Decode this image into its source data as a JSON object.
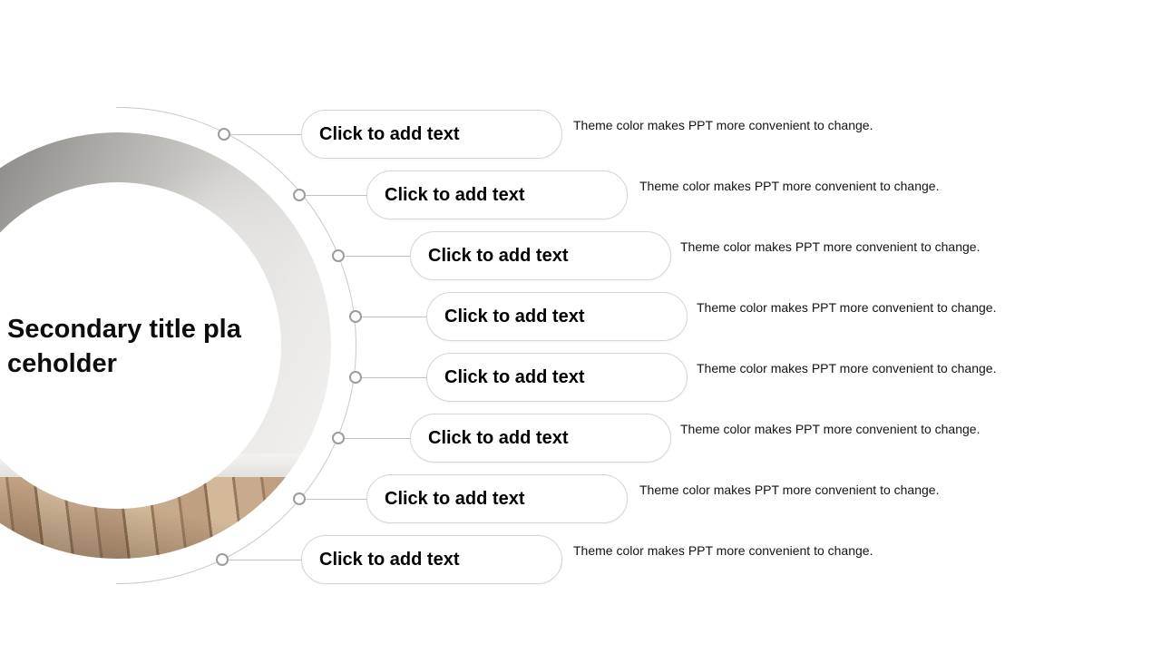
{
  "slide": {
    "title": "Secondary title placeholder",
    "items": [
      {
        "label": "Click to add text",
        "description": "Theme color makes PPT more convenient to change."
      },
      {
        "label": "Click to add text",
        "description": "Theme color makes PPT more convenient to change."
      },
      {
        "label": "Click to add text",
        "description": "Theme color makes PPT more convenient to change."
      },
      {
        "label": "Click to add text",
        "description": "Theme color makes PPT more convenient to change."
      },
      {
        "label": "Click to add text",
        "description": "Theme color makes PPT more convenient to change."
      },
      {
        "label": "Click to add text",
        "description": "Theme color makes PPT more convenient to change."
      },
      {
        "label": "Click to add text",
        "description": "Theme color makes PPT more convenient to change."
      },
      {
        "label": "Click to add text",
        "description": "Theme color makes PPT more convenient to change."
      }
    ]
  }
}
